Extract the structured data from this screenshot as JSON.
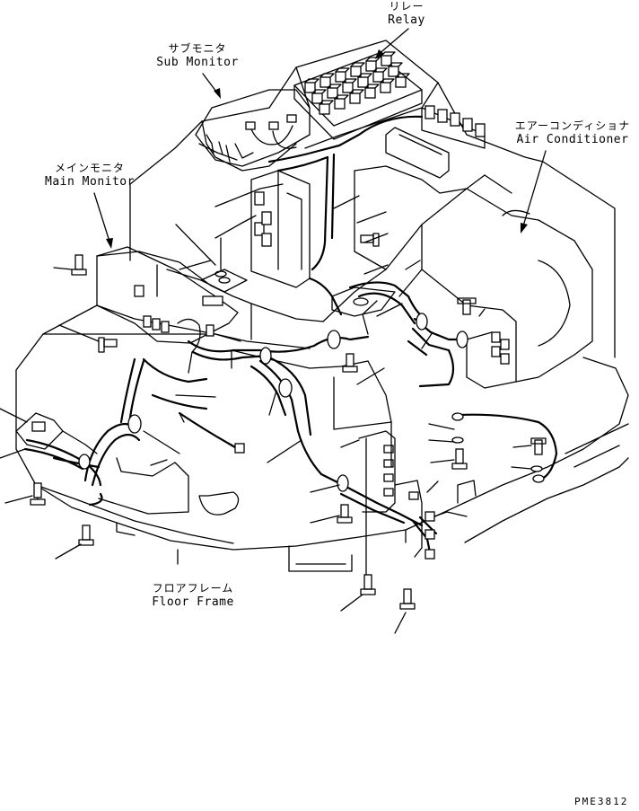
{
  "labels": {
    "relay": {
      "jp": "リレー",
      "en": "Relay"
    },
    "sub_monitor": {
      "jp": "サブモニタ",
      "en": "Sub Monitor"
    },
    "main_monitor": {
      "jp": "メインモニタ",
      "en": "Main Monitor"
    },
    "air_conditioner": {
      "jp": "エアーコンディショナ",
      "en": "Air Conditioner"
    },
    "floor_frame": {
      "jp": "フロアフレーム",
      "en": "Floor Frame"
    }
  },
  "drawing_code": "PME3812"
}
